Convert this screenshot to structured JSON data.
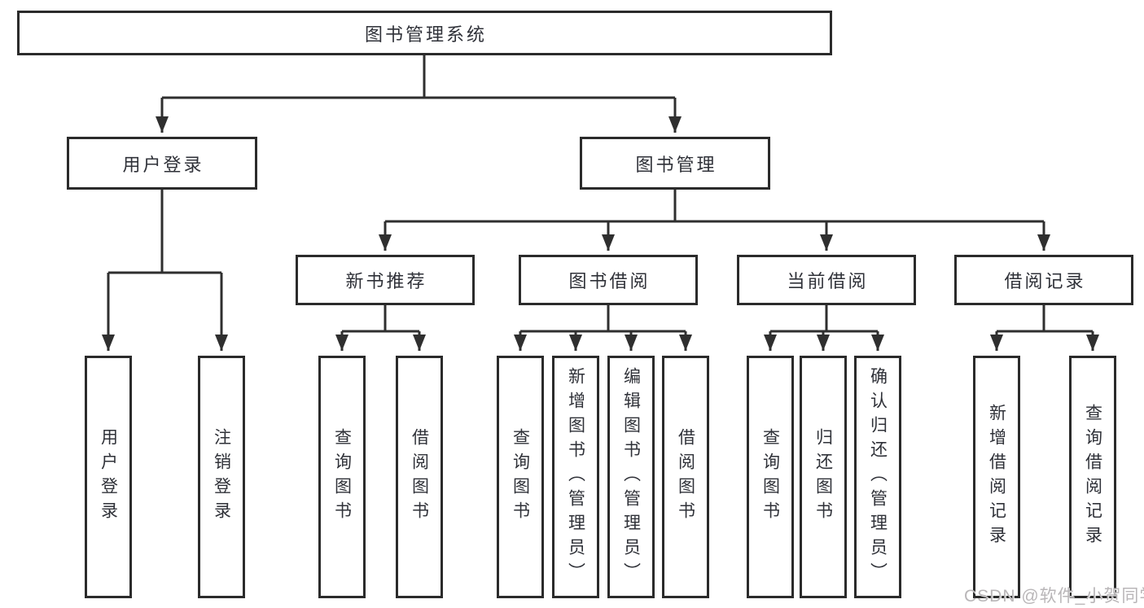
{
  "diagram": {
    "root": {
      "label": "图书管理系统"
    },
    "level2": [
      {
        "label": "用户登录"
      },
      {
        "label": "图书管理"
      }
    ],
    "level3": [
      {
        "label": "新书推荐"
      },
      {
        "label": "图书借阅"
      },
      {
        "label": "当前借阅"
      },
      {
        "label": "借阅记录"
      }
    ],
    "leaves": {
      "userLogin": [
        {
          "label": "用户登录"
        },
        {
          "label": "注销登录"
        }
      ],
      "newBookRec": [
        {
          "label": "查询图书"
        },
        {
          "label": "借阅图书"
        }
      ],
      "bookBorrow": [
        {
          "label": "查询图书"
        },
        {
          "label": "新增图书（管理员）"
        },
        {
          "label": "编辑图书（管理员）"
        },
        {
          "label": "借阅图书"
        }
      ],
      "currentBorrow": [
        {
          "label": "查询图书"
        },
        {
          "label": "归还图书"
        },
        {
          "label": "确认归还（管理员）"
        }
      ],
      "borrowRecords": [
        {
          "label": "新增借阅记录"
        },
        {
          "label": "查询借阅记录"
        }
      ]
    }
  },
  "watermark": {
    "text": "CSDN @软件_小贺同学"
  },
  "colors": {
    "line": "#2f2f2f",
    "border": "#2b2b2b",
    "text": "#2f3138",
    "background": "#ffffff",
    "watermark": "#b9b6b8"
  }
}
